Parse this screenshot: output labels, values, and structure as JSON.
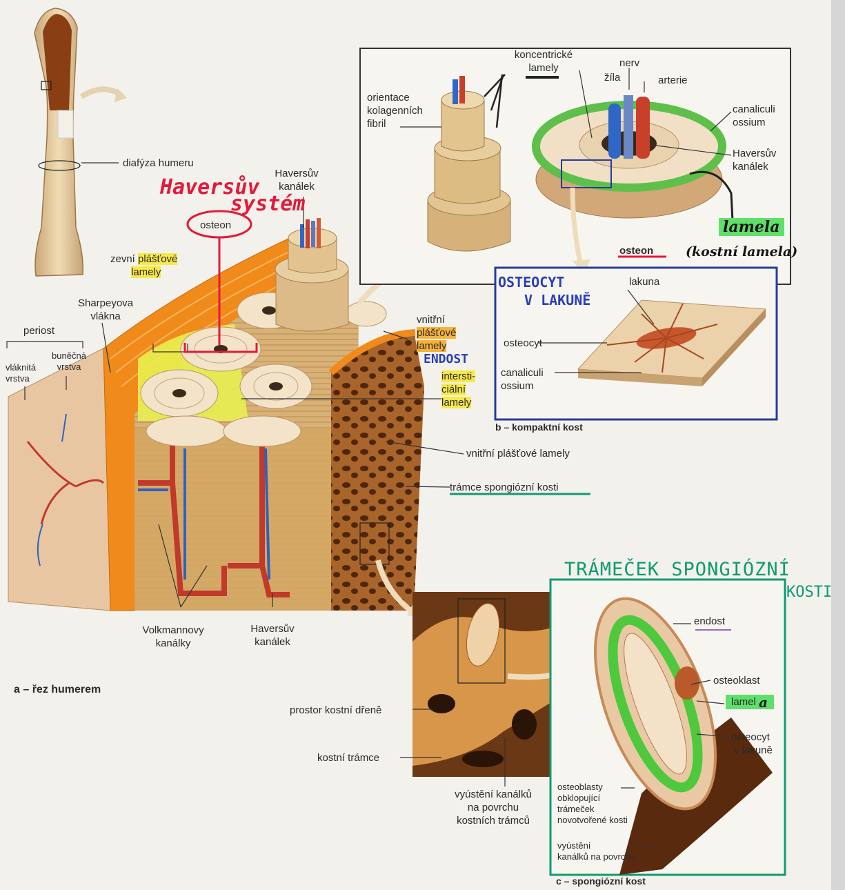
{
  "figure": {
    "panels": {
      "a": "a – řez humerem",
      "b": "b – kompaktní kost",
      "c": "c – spongiózní kost"
    },
    "labels_a": {
      "diafyza": "diafýza humeru",
      "haversuv_kanalek_top": [
        "Haversův",
        "kanálek"
      ],
      "osteon": "osteon",
      "zevni_lamely": [
        "zevní ",
        "plášťové",
        "lamely"
      ],
      "sharpey": [
        "Sharpeyova",
        "vlákna"
      ],
      "periost": "periost",
      "vlaknita": [
        "vláknitá",
        "vrstva"
      ],
      "bunecna": [
        "buněčná",
        "vrstva"
      ],
      "vnitrni_lamely_top": [
        "vnitřní",
        "plášťové",
        "lamely"
      ],
      "intersticialni": [
        "intersti-",
        "ciální",
        "lamely"
      ],
      "vnitrni_lamely": "vnitřní plášťové lamely",
      "tramce": "trámce spongiózní kosti",
      "volkmann": [
        "Volkmannovy",
        "kanálky"
      ],
      "haversuv_kanalek_bottom": [
        "Haversův",
        "kanálek"
      ]
    },
    "labels_b": {
      "koncentricke": [
        "koncentrické",
        "lamely"
      ],
      "orientace": [
        "orientace",
        "kolagenních",
        "fibril"
      ],
      "nerv": "nerv",
      "zila": "žíla",
      "arterie": "arterie",
      "canaliculi": [
        "canaliculi",
        "ossium"
      ],
      "haversuv": [
        "Haversův",
        "kanálek"
      ],
      "osteon": "osteon",
      "lakuna": "lakuna",
      "osteocyt": "osteocyt",
      "canaliculi2": [
        "canaliculi",
        "ossium"
      ]
    },
    "labels_c": {
      "prostor": "prostor kostní dřeně",
      "kostni_tramce": "kostní trámce",
      "vyusteni": [
        "vyústění kanálků",
        "na povrchu",
        "kostních trámců"
      ],
      "endost": "endost",
      "osteoklast": "osteoklast",
      "lamela": "lamel",
      "osteocyt": [
        "osteocyt",
        "v lakuně"
      ],
      "osteoblasty": [
        "osteoblasty",
        "obklopující",
        "trámeček",
        "novotvořené kosti"
      ],
      "vyusteni2": [
        "vyústění",
        "kanálků na povrchu"
      ]
    },
    "handwriting": {
      "haversuv_system": "Haversův",
      "system": "systém",
      "endost": "ENDOST",
      "osteocyt_v_lakune": [
        "OSTEOCYT",
        "V LAKUNĚ"
      ],
      "lamela": "lamela",
      "kostni_lamela": "(kostní lamela)",
      "tramecek": "TRÁMEČEK SPONGIÓZNÍ",
      "kosti": "KOSTI",
      "lamela_suffix": "a"
    },
    "colors": {
      "bone": "#e2c79a",
      "marrow": "#8a4a1f",
      "periost_orange": "#f08a1a",
      "highlight_yellow": "#f7e84a",
      "highlight_orange": "#f6b33a",
      "highlight_green": "#5ee06a",
      "artery_red": "#c8402a",
      "vein_blue": "#2f67c9",
      "ink_red": "#e4193a",
      "ink_blue": "#2a3fb8",
      "ink_green": "#0f9a73"
    }
  }
}
